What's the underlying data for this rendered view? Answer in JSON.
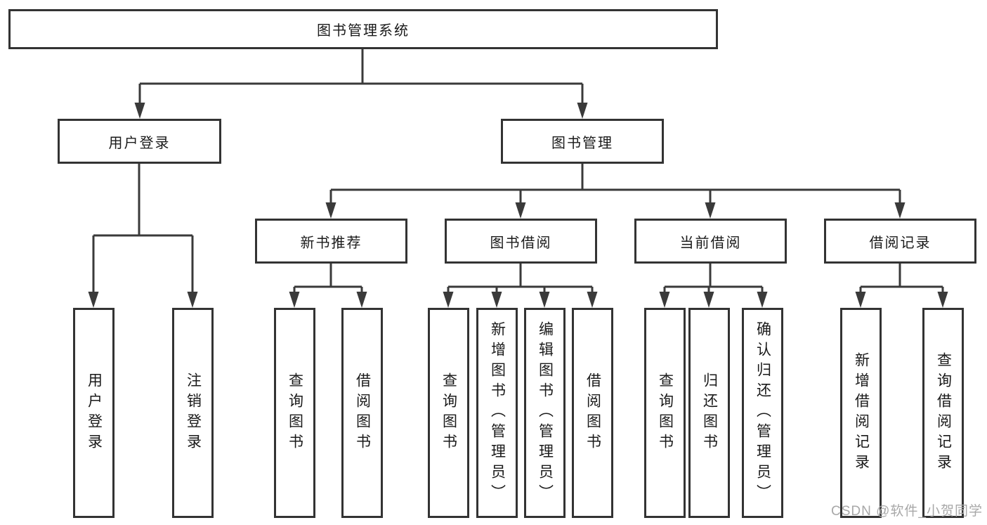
{
  "tree": {
    "label": "图书管理系统",
    "children": [
      {
        "label": "用户登录",
        "children": [
          {
            "label": "用户登录"
          },
          {
            "label": "注销登录"
          }
        ]
      },
      {
        "label": "图书管理",
        "children": [
          {
            "label": "新书推荐",
            "children": [
              {
                "label": "查询图书"
              },
              {
                "label": "借阅图书"
              }
            ]
          },
          {
            "label": "图书借阅",
            "children": [
              {
                "label": "查询图书"
              },
              {
                "label": "新增图书（管理员）"
              },
              {
                "label": "编辑图书（管理员）"
              },
              {
                "label": "借阅图书"
              }
            ]
          },
          {
            "label": "当前借阅",
            "children": [
              {
                "label": "查询图书"
              },
              {
                "label": "归还图书"
              },
              {
                "label": "确认归还（管理员）"
              }
            ]
          },
          {
            "label": "借阅记录",
            "children": [
              {
                "label": "新增借阅记录"
              },
              {
                "label": "查询借阅记录"
              }
            ]
          }
        ]
      }
    ]
  },
  "watermark": {
    "text": "CSDN @软件_小贺同学"
  },
  "colors": {
    "line": "#3a3a3a",
    "box_border": "#333333",
    "text": "#1a1a1a",
    "watermark": "#a8a8a8",
    "background": "#ffffff"
  }
}
